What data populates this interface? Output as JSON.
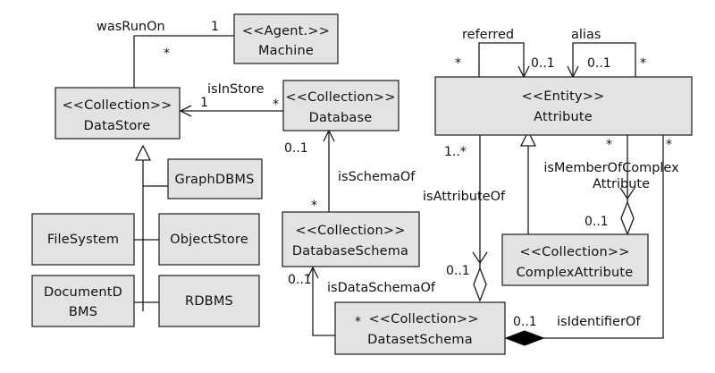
{
  "nodes": {
    "machine": {
      "line1": "<<Agent.>>",
      "line2": "Machine"
    },
    "datastore": {
      "line1": "<<Collection>>",
      "line2": "DataStore"
    },
    "database": {
      "line1": "<<Collection>>",
      "line2": "Database"
    },
    "attribute": {
      "line1": "<<Entity>>",
      "line2": "Attribute"
    },
    "graphdbms": {
      "line1": "GraphDBMS"
    },
    "filesystem": {
      "line1": "FileSystem"
    },
    "objectstore": {
      "line1": "ObjectStore"
    },
    "documentdbms": {
      "line1": "DocumentD",
      "line2": "BMS"
    },
    "rdbms": {
      "line1": "RDBMS"
    },
    "databaseschema": {
      "line1": "<<Collection>>",
      "line2": "DatabaseSchema"
    },
    "complexattribute": {
      "line1": "<<Collection>>",
      "line2": "ComplexAttribute"
    },
    "datasetschema": {
      "line1": "<<Collection>>",
      "line2": "DatasetSchema"
    }
  },
  "edges": {
    "wasRunOn": {
      "label": "wasRunOn",
      "source_mult": "*",
      "target_mult": "1"
    },
    "isInStore": {
      "label": "isInStore",
      "source_mult": "*",
      "target_mult": "1"
    },
    "isSchemaOf": {
      "label": "isSchemaOf",
      "source_mult": "*",
      "target_mult": "0..1"
    },
    "isDataSchemaOf": {
      "label": "isDataSchemaOf",
      "source_mult": "*",
      "target_mult": "0..1"
    },
    "referred": {
      "label": "referred",
      "source_mult": "*",
      "target_mult": "0..1"
    },
    "alias": {
      "label": "alias",
      "source_mult": "0..1",
      "target_mult": "*"
    },
    "isAttributeOf": {
      "label": "isAttributeOf",
      "source_mult": "1..*",
      "target_mult": "0..1"
    },
    "isMemberOfComplex": {
      "label_line1": "isMemberOfComplex",
      "label_line2": "Attribute",
      "source_mult": "*",
      "target_mult": "0..1"
    },
    "isIdentifierOf": {
      "label": "isIdentifierOf",
      "source_mult": "*",
      "target_mult": "0..1"
    }
  }
}
